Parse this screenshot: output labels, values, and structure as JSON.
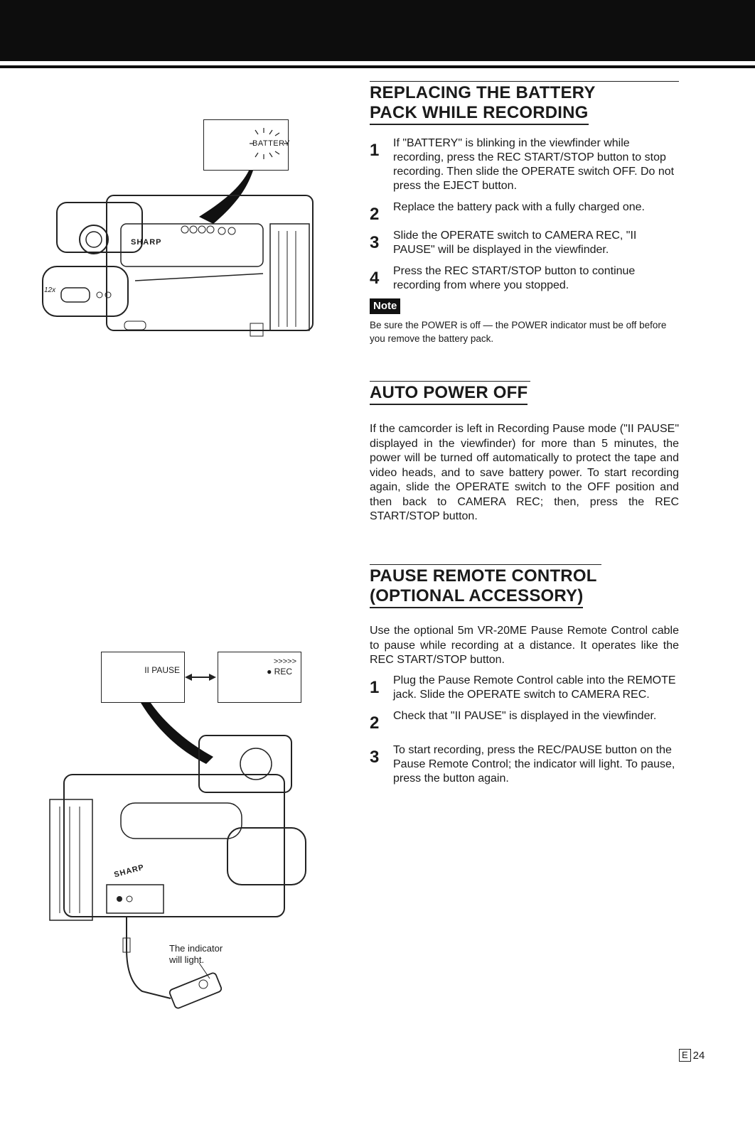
{
  "sections": {
    "replacing": {
      "title_line1": "REPLACING THE BATTERY",
      "title_line2": "PACK WHILE RECORDING",
      "steps": [
        {
          "num": "1",
          "text": "If \"BATTERY\" is blinking in the viewfinder while recording, press the REC START/STOP button to stop recording. Then slide the OPERATE switch OFF. Do not press the EJECT button."
        },
        {
          "num": "2",
          "text": "Replace the battery pack with a fully charged one."
        },
        {
          "num": "3",
          "text": "Slide the OPERATE switch to CAMERA REC, \"II PAUSE\" will be displayed in the viewfinder."
        },
        {
          "num": "4",
          "text": "Press the REC START/STOP button to continue recording from where you stopped."
        }
      ],
      "note_label": "Note",
      "note_text": "Be sure the POWER is off — the POWER indicator must be off before you remove the battery pack."
    },
    "auto_power": {
      "title": "AUTO POWER OFF",
      "text": "If the camcorder is left in Recording Pause mode (\"II PAUSE\" displayed in the viewfinder) for more than 5 minutes, the power will be turned off automatically to protect the tape and video heads, and to save battery power. To start recording again, slide the OPERATE switch to the OFF position and then back to CAMERA REC; then, press the REC START/STOP button."
    },
    "pause_remote": {
      "title_line1": "PAUSE REMOTE CONTROL",
      "title_line2": "(OPTIONAL ACCESSORY)",
      "intro": "Use the optional 5m VR-20ME Pause Remote Control cable to pause while recording at a distance. It operates like the REC START/STOP button.",
      "steps": [
        {
          "num": "1",
          "text": "Plug the Pause Remote Control cable into the REMOTE jack. Slide the OPERATE switch to CAMERA REC."
        },
        {
          "num": "2",
          "text": "Check that \"II PAUSE\" is displayed in the viewfinder."
        },
        {
          "num": "3",
          "text": "To start recording, press the REC/PAUSE button on the Pause Remote Control; the indicator will light. To pause, press the button again."
        }
      ]
    }
  },
  "illustrations": {
    "top_viewfinder_text": "BATTERY",
    "camera_brand": "SHARP",
    "zoom_label": "12x",
    "lcd_pause_text": "II PAUSE",
    "lcd_rec_arrows": ">>>>>",
    "lcd_rec_text": "● REC",
    "caption_line1": "The indicator",
    "caption_line2": "will light."
  },
  "footer": {
    "lang_box": "E",
    "page_number": "24"
  }
}
